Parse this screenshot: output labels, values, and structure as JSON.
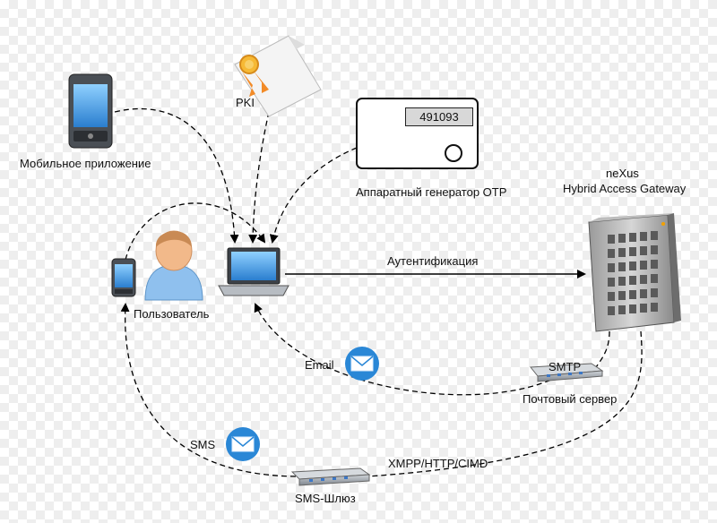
{
  "labels": {
    "mobile_app": "Мобильное приложение",
    "pki": "PKI",
    "otp_generator": "Аппаратный генератор OTP",
    "otp_code": "491093",
    "gateway_line1": "neXus",
    "gateway_line2": "Hybrid Access Gateway",
    "user": "Пользователь",
    "authentication": "Аутентификация",
    "email": "Email",
    "smtp": "SMTP",
    "mail_server": "Почтовый сервер",
    "sms": "SMS",
    "protocols": "XMPP/HTTP/CIMD",
    "sms_gateway": "SMS-Шлюз"
  },
  "icons": {
    "smartphone": "smartphone-icon",
    "certificate": "certificate-icon",
    "token": "otp-token-icon",
    "server": "server-tower-icon",
    "person": "user-avatar-icon",
    "laptop": "laptop-icon",
    "envelope": "envelope-icon",
    "network_switch": "network-switch-icon"
  },
  "colors": {
    "envelope_bg": "#2a87d6",
    "person_skin": "#f2b98a",
    "person_shirt": "#8fc0ee",
    "ribbon": "#f28b28",
    "screen": "#4aa7e8"
  }
}
